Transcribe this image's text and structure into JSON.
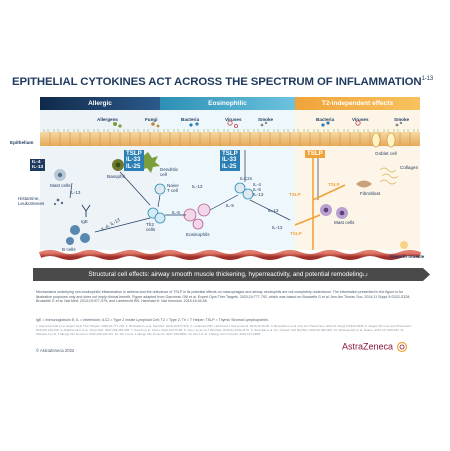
{
  "title": {
    "main": "EPITHELIAL CYTOKINES ACT ACROSS THE SPECTRUM OF INFLAMMATION",
    "sup": "1-13"
  },
  "bands": {
    "allergic": "Allergic",
    "eosinophilic": "Eosinophilic",
    "t2_independent": "T2-independent effects"
  },
  "triggers": {
    "allergens": "Allergens",
    "fungi": "Fungi",
    "bacteria": "Bacteria",
    "viruses": "Viruses",
    "smoke": "Smoke",
    "bacteria_2": "Bacteria",
    "viruses_2": "Viruses",
    "smoke_2": "Smoke"
  },
  "labels": {
    "epithelium": "Epithelium",
    "goblet_cell": "Goblet cell",
    "collagen": "Collagen",
    "fibroblast": "Fibroblast",
    "mast_cells_left": "Mast cells",
    "mast_cells_right": "Mast cells",
    "histamine": "Histamine,\nLeukotrienes",
    "ige": "IgE",
    "b_cells": "B cells",
    "basophil": "Basophil",
    "dendritic_cell": "Dendritic\ncell",
    "naive_t_cell": "Naive\nT cell",
    "th2_cells": "Th2\ncells",
    "eosinophils": "Eosinophils",
    "ilc2s": "ILC2s",
    "smooth_muscle": "Smooth muscle",
    "il4_il13": "IL-4, IL-13",
    "il13_left": "IL-13",
    "il5": "IL-5",
    "il13_mid": "IL-13",
    "il13_right": "IL-13",
    "il5_right": "IL-5",
    "tslp_a": "TSLP",
    "tslp_b": "TSLP",
    "tslp_c": "TSLP",
    "il13_arrow": "IL-13",
    "il4_5_13": "IL-4\nIL-5\nIL-13"
  },
  "cytokine_boxes": {
    "left_small": "IL-4\nIL-13",
    "box1": "TSLP\nIL-33\nIL-25",
    "box2": "TSLP\nIL-33\nIL-25",
    "box3": "TSLP"
  },
  "structural_effects": {
    "text": "Structural cell effects: airway smooth muscle thickening, hyperreactivity, and potential remodeling",
    "sup": "1,2"
  },
  "footnote": "Mechanisms underlying non-eosinophilic inflammation in asthma and the relevance of TSLP in its potential effects on macrophages and airway neutrophils are not completely understood. The information presented in the figure is for illustrative purposes only and does not imply clinical benefit. Figure adapted from Gauvreau GM et al. Expert Opin Ther Targets. 2020;24:777-792, which was based on Brusselle G et al. Ann Am Thorac Soc. 2014;11 Suppl 5:S322-S328; Brusselle G et al. Nat Med. 2013;19:977-979; and Lambrecht BN, Hammad H. Nat Immunol. 2015;16:45-56.",
  "abbreviations": "IgE = Immunoglobulin E; IL = Interleukin; ILC2 = Type 2 Innate Lymphoid Cell; T2 = Type 2; Th = T Helper; TSLP = Thymic Stromal Lymphopoietin.",
  "references": "1. Gauvreau GM et al. Expert Opin Ther Targets. 2020;24:777-792. 2. Brusselle G et al. Nat Med. 2013;19:977-979. 3. Lambrecht BN, Hammad H. Nat Immunol. 2015;16:45-56. 4. Brusselle G et al. Ann Am Thorac Soc. 2014;11 Suppl 5:S322-S328. 5. Ziegler SF et al. Adv Pharmacol. 2013;66:129-155. 6. Allakhverdi Z et al. J Exp Med. 2007;204:253-258. 7. Kaur D et al. Chest. 2012;142:76-85. 8. Cao L et al. Int J Mol Med. 2018;41:3163-3170. 9. West EE et al. Am J Respir Cell Mol Biol. 2012;46:299-306. 10. Siracusa MC et al. Nature. 2011;477:229-233. 11. Shikotra A et al. J Allergy Clin Immunol. 2012;129:104-111. 12. Wu J et al. J Allergy Clin Immunol. 2017;139:AB63. 13. Wu J et al. J Allergy Clin Immunol. 2021;147:AB95.",
  "copyright": "© AstraZeneca 2022",
  "logo": "AstraZeneca",
  "colors": {
    "navy": "#1f3a5f",
    "eos_blue": "#2c8fb5",
    "t2_orange": "#f0a33a",
    "epithelium": "#f2c27a",
    "muscle": "#c0504d",
    "cyto_box": "#2b7fb5",
    "tslp_box": "#f0a33a",
    "logo": "#8a1538"
  }
}
